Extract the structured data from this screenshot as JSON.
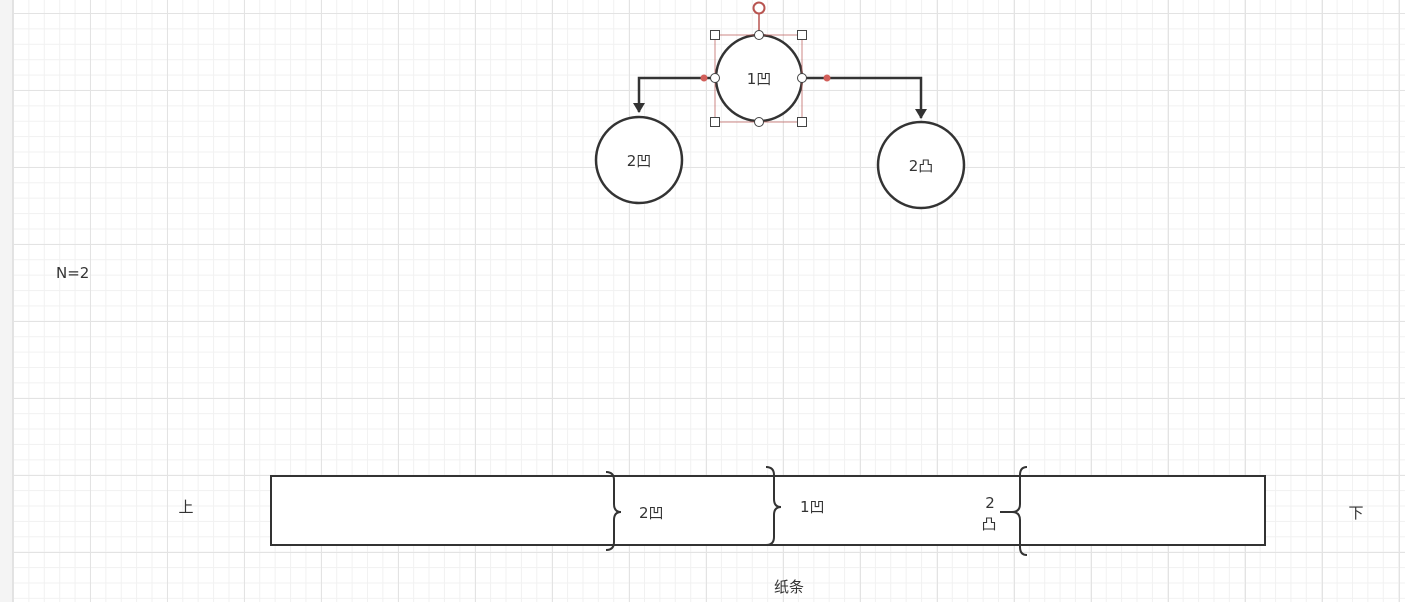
{
  "tree": {
    "root": {
      "label": "1凹"
    },
    "left_child": {
      "label": "2凹"
    },
    "right_child": {
      "label": "2凸"
    }
  },
  "annotations": {
    "n_label": "N=2",
    "top_label": "上",
    "bottom_label": "下",
    "strip_caption": "纸条"
  },
  "strip": {
    "creases": [
      {
        "label": "2凹"
      },
      {
        "label": "1凹"
      },
      {
        "label_line1": "2",
        "label_line2": "凸"
      }
    ]
  },
  "colors": {
    "stroke": "#333333",
    "selection": "#b85450",
    "grid_major": "#e3e3e3",
    "grid_minor": "#f1f1f1"
  }
}
